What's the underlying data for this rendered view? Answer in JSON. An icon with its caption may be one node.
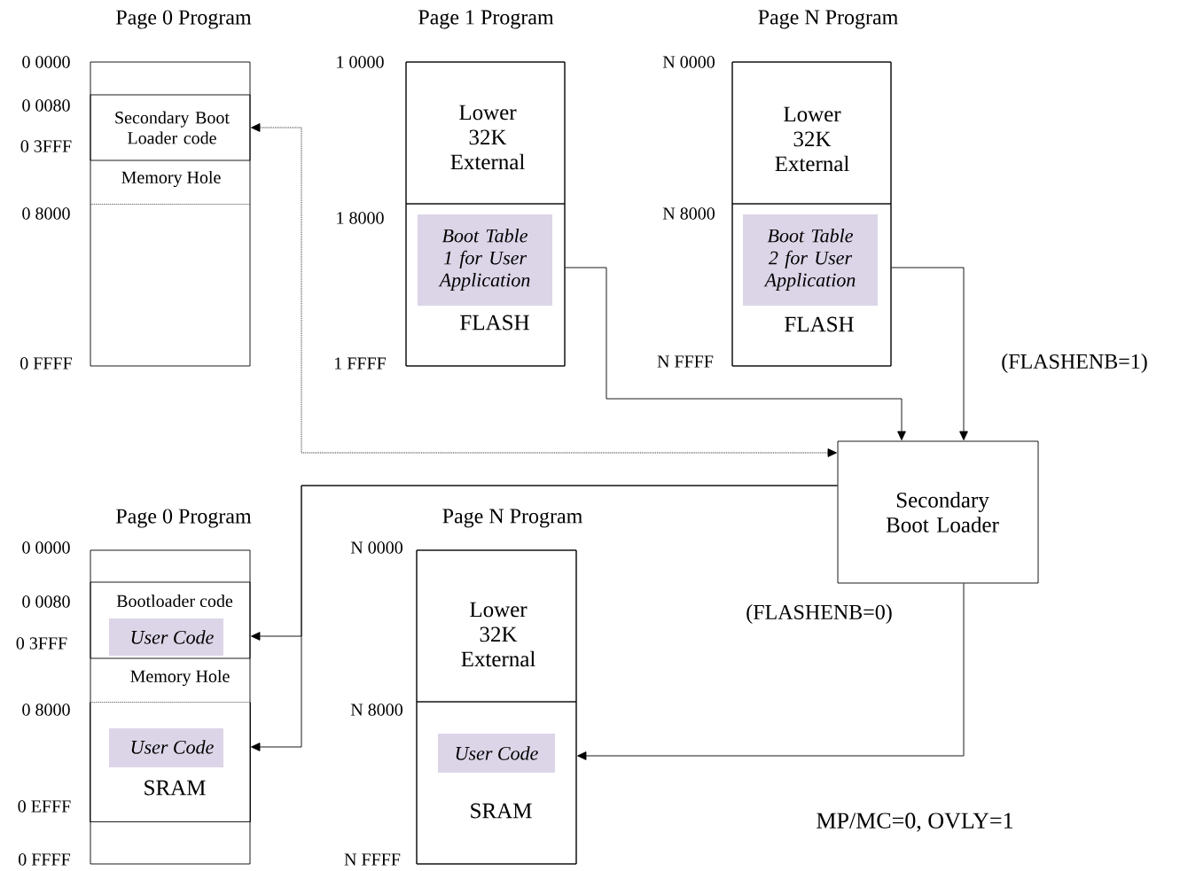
{
  "diagram": {
    "nodes": [
      {
        "text": [
          "Page 0 Program"
        ]
      },
      {
        "text": [
          "Secondary Boot Loader code"
        ],
        "in": 0
      },
      {
        "text": [
          "Memory Hole"
        ],
        "in": 0
      },
      {
        "text": [
          "Page 1 Program"
        ]
      },
      {
        "text": [
          "Lower 32K External"
        ],
        "in": 3
      },
      {
        "text": [
          "FLASH"
        ],
        "in": 3
      },
      {
        "text": [
          "Boot Table 1 for User Application"
        ],
        "in": 5
      },
      {
        "text": [
          "Page N Program"
        ]
      },
      {
        "text": [
          "Lower 32K External"
        ],
        "in": 7
      },
      {
        "text": [
          "FLASH"
        ],
        "in": 7
      },
      {
        "text": [
          "Boot Table 2 for User Application"
        ],
        "in": 9
      },
      {
        "text": [
          "Secondary Boot Loader"
        ]
      },
      {
        "text": [
          "Page 0 Program"
        ]
      },
      {
        "text": [
          "Bootloader code"
        ],
        "in": 12
      },
      {
        "text": [
          "User Code"
        ],
        "in": 13
      },
      {
        "text": [
          "Memory Hole"
        ],
        "in": 12
      },
      {
        "text": [
          "SRAM"
        ],
        "in": 12
      },
      {
        "text": [
          "User Code"
        ],
        "in": 16
      },
      {
        "text": [
          "Page N Program"
        ]
      },
      {
        "text": [
          "Lower 32K External"
        ],
        "in": 18
      },
      {
        "text": [
          "SRAM"
        ],
        "in": 18
      },
      {
        "text": [
          "User Code"
        ],
        "in": 20
      }
    ],
    "edges": [
      {
        "from": 11,
        "to": 1,
        "arrow": "both",
        "style": "dashed"
      },
      {
        "from": 5,
        "to": 11,
        "arrow": "to"
      },
      {
        "from": 9,
        "to": 11,
        "arrow": "to"
      },
      {
        "from": 11,
        "to": 13,
        "arrow": "to"
      },
      {
        "from": 11,
        "to": 16,
        "arrow": "to"
      },
      {
        "from": 11,
        "to": 20,
        "arrow": "to"
      }
    ],
    "labels": [
      "0 0000",
      "0 0080",
      "0 3FFF",
      "0 8000",
      "0 FFFF",
      "1 0000",
      "1 8000",
      "1 FFFF",
      "N 0000",
      "N 8000",
      "N FFFF",
      "(FLASHENB=1)",
      "0 0000",
      "0 0080",
      "0 3FFF",
      "0 8000",
      "0 EFFF",
      "0 FFFF",
      "N 0000",
      "N 8000",
      "N FFFF",
      "(FLASHENB=0)",
      "MP/MC=0, OVLY=1"
    ]
  }
}
